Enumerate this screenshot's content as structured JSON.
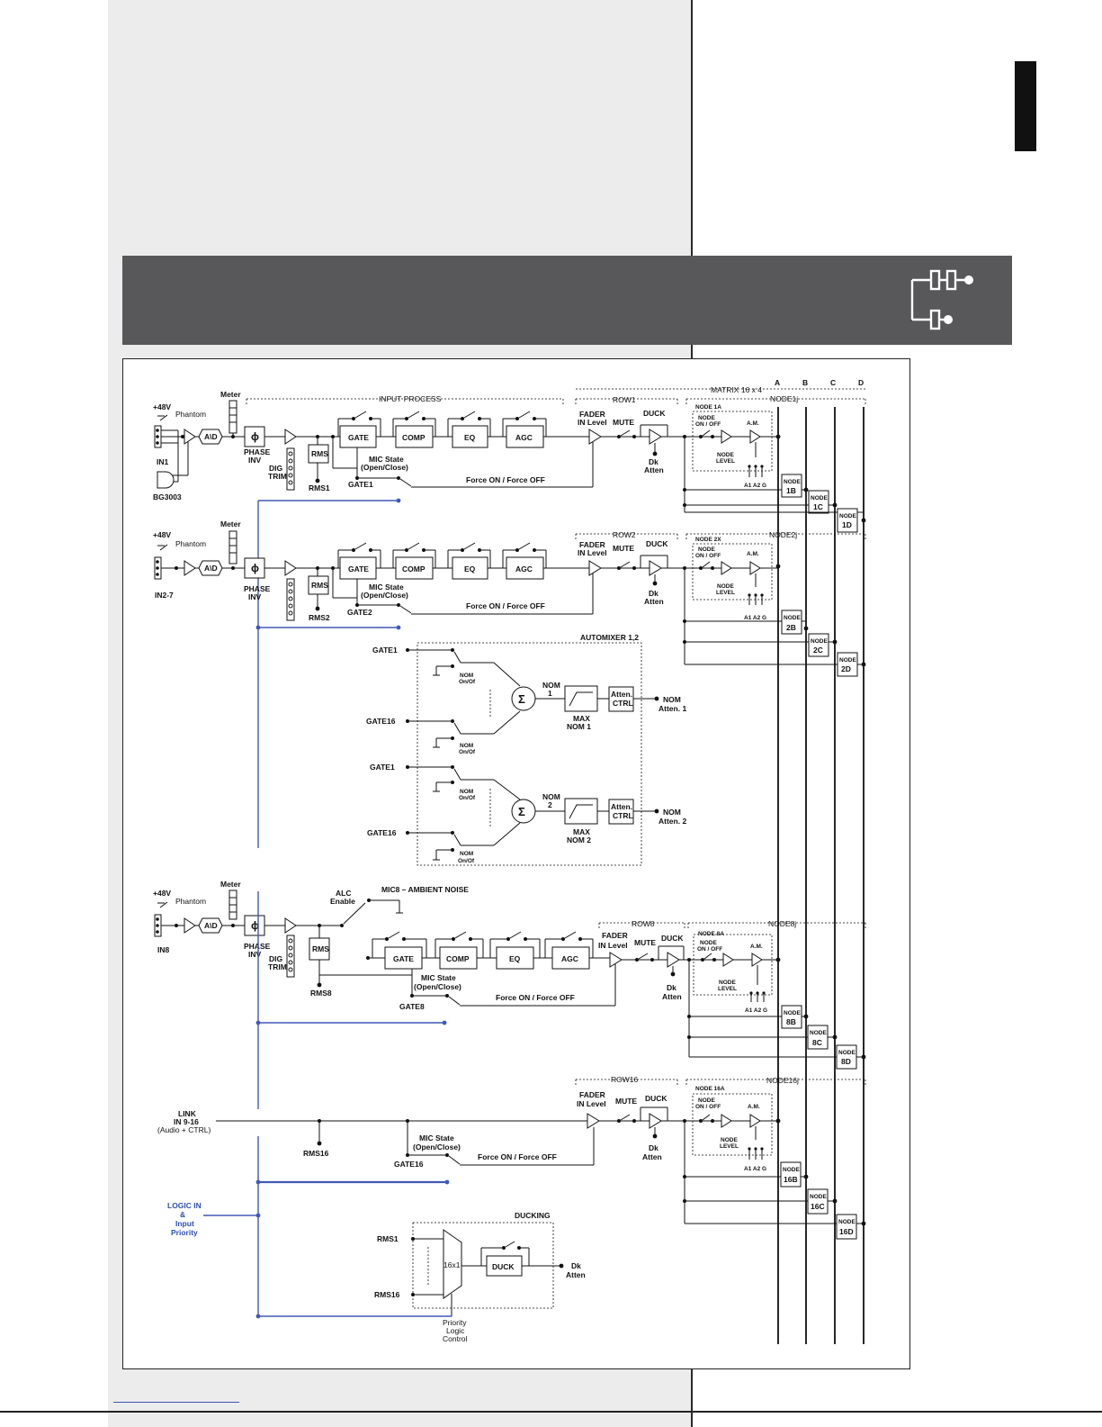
{
  "diagram": {
    "matrix_title": "MATRIX 16 x 4",
    "matrix_cols": [
      "A",
      "B",
      "C",
      "D"
    ],
    "input_process": "INPUT PROCESS",
    "phantom_power": "+48V",
    "phantom": "Phantom",
    "meter": "Meter",
    "ad": "A\\D",
    "phase_symbol": "ϕ",
    "phase_inv": [
      "PHASE",
      "INV"
    ],
    "dig_trim": [
      "DIG",
      "TRIM"
    ],
    "rms": "RMS",
    "blocks": [
      "GATE",
      "COMP",
      "EQ",
      "AGC"
    ],
    "mic_state": [
      "MIC State",
      "(Open/Close)"
    ],
    "force": "Force ON / Force OFF",
    "fader": [
      "FADER",
      "IN Level"
    ],
    "mute": "MUTE",
    "duck": "DUCK",
    "dk_atten": [
      "Dk",
      "Atten"
    ],
    "node_on_off": [
      "NODE",
      "ON / OFF"
    ],
    "am": "A.M.",
    "node_level": [
      "NODE",
      "LEVEL"
    ],
    "a_labels": "A1 A2 G",
    "node_word": "NODE",
    "bg3003": "BG3003",
    "alc": [
      "ALC",
      "Enable"
    ],
    "ambient": "MIC8 – AMBIENT NOISE",
    "link_in": [
      "LINK",
      "IN 9-16",
      "(Audio + CTRL)"
    ],
    "channels": [
      {
        "in": "IN1",
        "row": "ROW1",
        "node": "NODE1j",
        "node_a": "NODE 1A",
        "rms": "RMS1",
        "gate": "GATE1",
        "nodes": [
          "1B",
          "1C",
          "1D"
        ]
      },
      {
        "in": "IN2-7",
        "row": "ROW2",
        "node": "NODE2j",
        "node_a": "NODE 2X",
        "rms": "RMS2",
        "gate": "GATE2",
        "nodes": [
          "2B",
          "2C",
          "2D"
        ]
      },
      {
        "in": "IN8",
        "row": "ROW8",
        "node": "NODE8j",
        "node_a": "NODE 8A",
        "rms": "RMS8",
        "gate": "GATE8",
        "nodes": [
          "8B",
          "8C",
          "8D"
        ]
      },
      {
        "in": "",
        "row": "ROW16",
        "node": "NODE16j",
        "node_a": "NODE 16A",
        "rms": "RMS16",
        "gate": "GATE16",
        "nodes": [
          "16B",
          "16C",
          "16D"
        ]
      }
    ],
    "automixer": {
      "title": "AUTOMIXER 1,2",
      "sigma": "Σ",
      "gate_first": "GATE1",
      "gate_last": "GATE16",
      "nom_onoff": [
        "NOM",
        "On/Of"
      ],
      "units": [
        {
          "nom": [
            "NOM",
            "1"
          ],
          "max": [
            "MAX",
            "NOM 1"
          ],
          "out": [
            "NOM",
            "Atten. 1"
          ]
        },
        {
          "nom": [
            "NOM",
            "2"
          ],
          "max": [
            "MAX",
            "NOM 2"
          ],
          "out": [
            "NOM",
            "Atten. 2"
          ]
        }
      ],
      "atten_ctrl": [
        "Atten.",
        "CTRL"
      ]
    },
    "logic_in": [
      "LOGIC IN",
      "&",
      "Input",
      "Priority"
    ],
    "ducking": {
      "title": "DUCKING",
      "rms_first": "RMS1",
      "rms_last": "RMS16",
      "mux": "16x1",
      "block": "DUCK",
      "out": [
        "Dk",
        "Atten"
      ],
      "priority": [
        "Priority",
        "Logic",
        "Control"
      ]
    }
  }
}
